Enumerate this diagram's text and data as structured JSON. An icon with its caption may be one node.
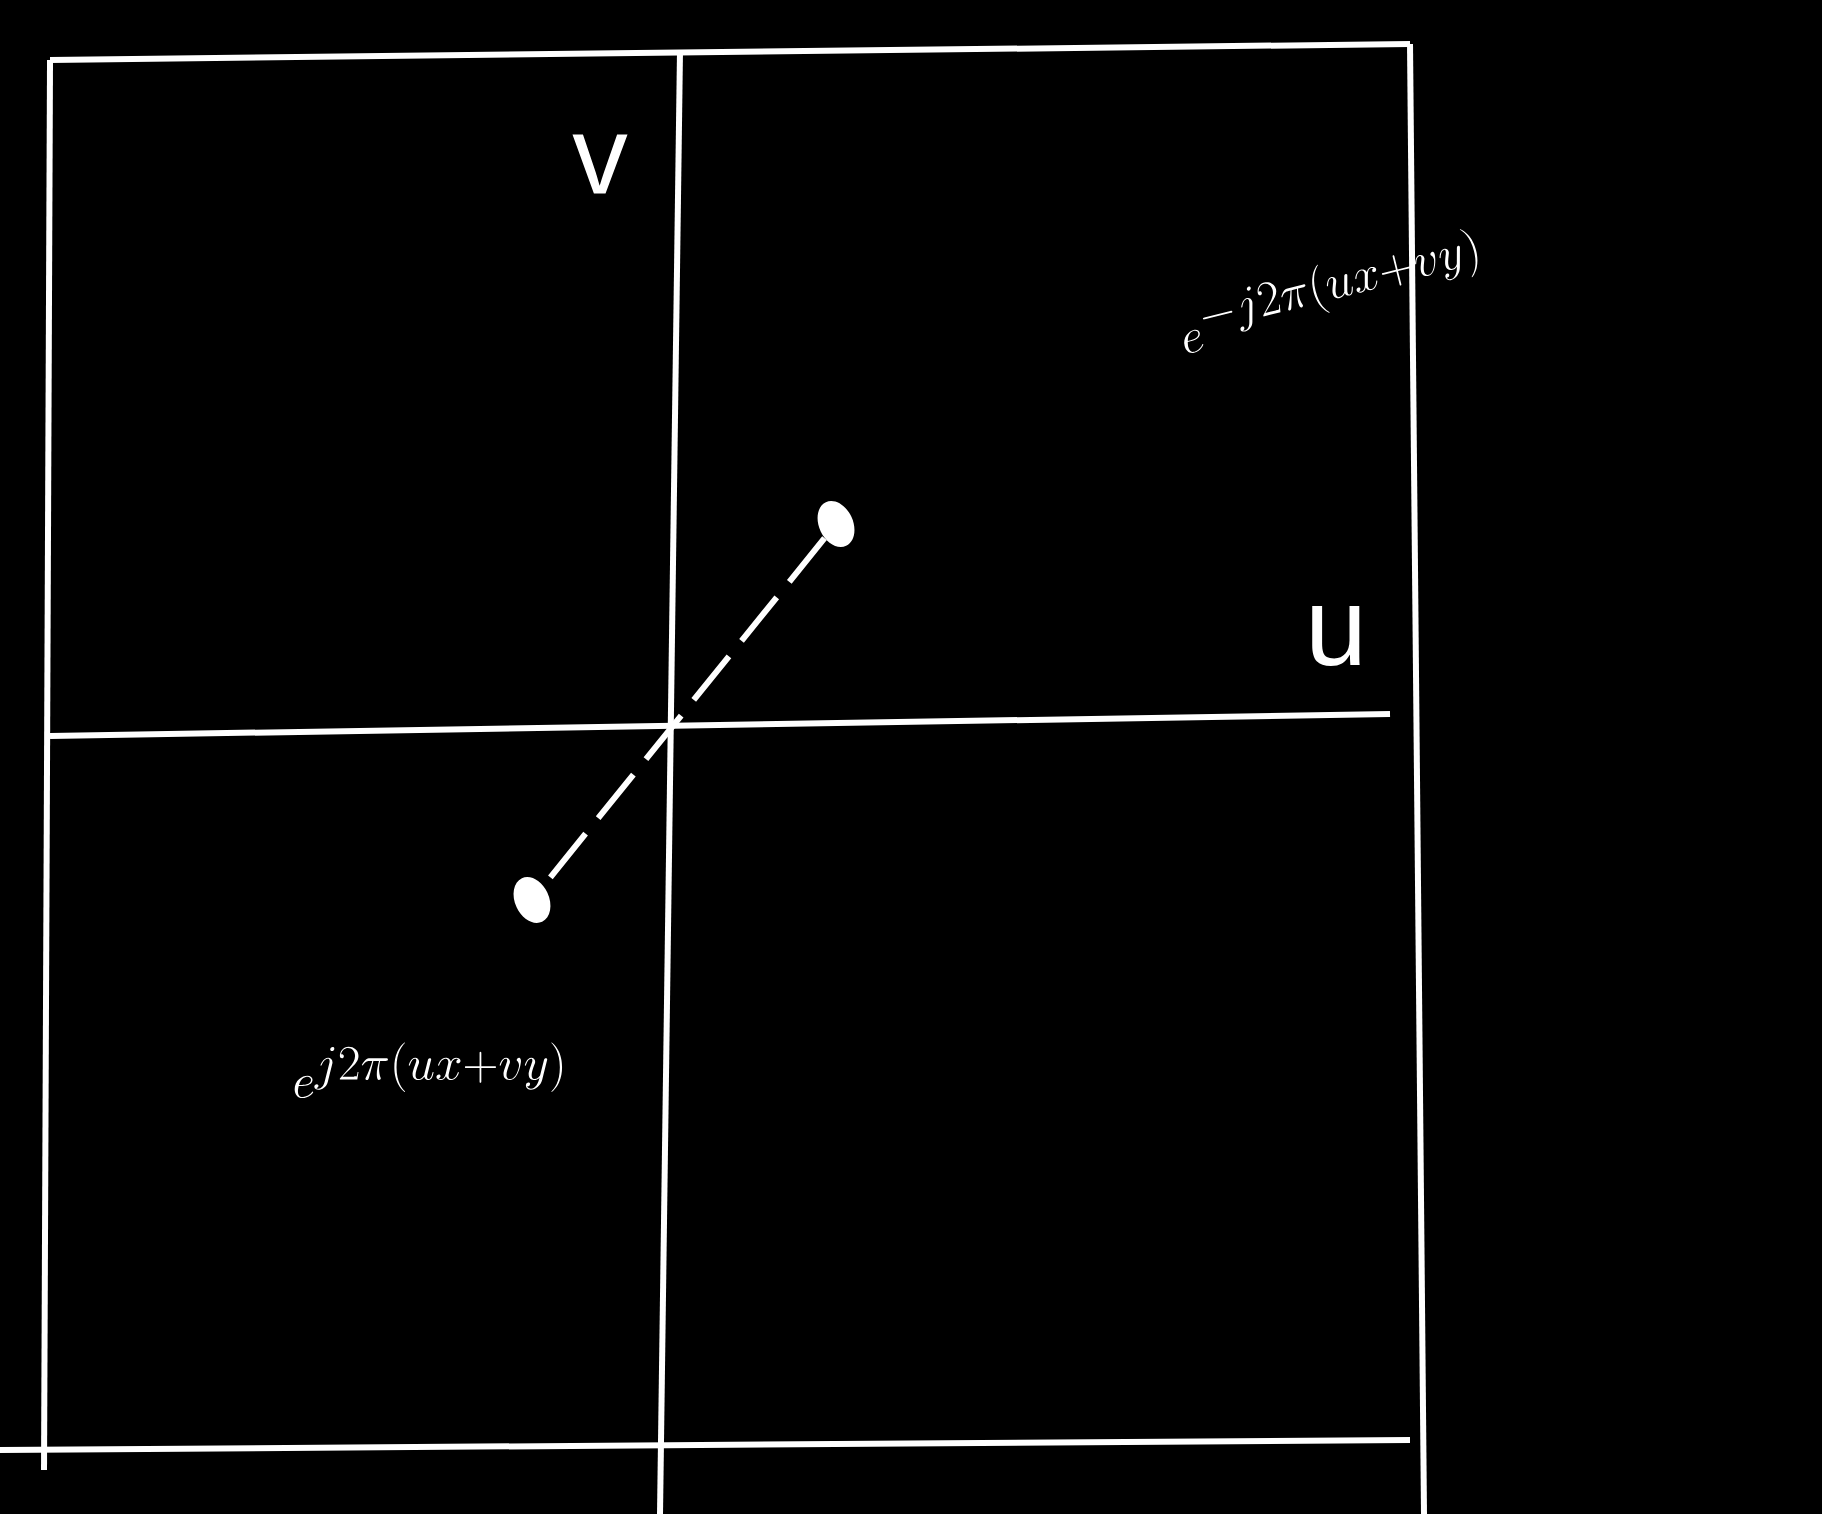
{
  "diagram": {
    "nodes": [
      {
        "text": [],
        "shape": "circle"
      },
      {
        "text": [],
        "shape": "circle"
      }
    ],
    "edges": [
      {
        "from": 0,
        "to": 1,
        "arrow": "none",
        "style": "dashed"
      }
    ],
    "labels": [
      "v",
      "e^{-j2\\pi(ux+vy)}",
      "u",
      "e^{j2\\pi(ux+vy)}"
    ]
  }
}
